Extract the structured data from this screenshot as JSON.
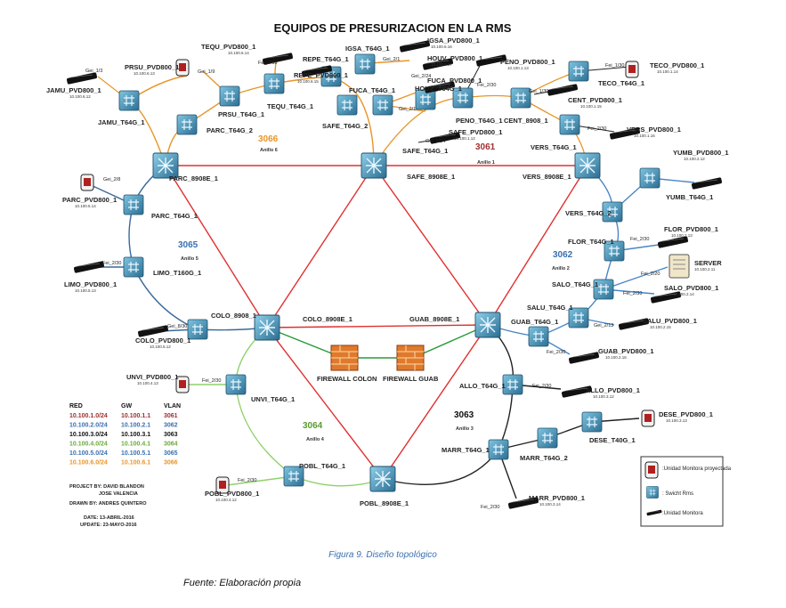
{
  "title": "EQUIPOS DE PRESURIZACION EN LA RMS",
  "colors": {
    "red": "#e03030",
    "blue": "#4a86c5",
    "green": "#8fd16a",
    "black": "#222222",
    "orange": "#e8952a",
    "firewall": "#e07a2a"
  },
  "rings": [
    {
      "id": "3061",
      "label": "3061",
      "sub": "Anillo 1",
      "color": "#a03030"
    },
    {
      "id": "3062",
      "label": "3062",
      "sub": "Anillo 2",
      "color": "#3a6fb0"
    },
    {
      "id": "3063",
      "label": "3063",
      "sub": "Anillo 3",
      "color": "#111111"
    },
    {
      "id": "3064",
      "label": "3064",
      "sub": "Anillo 4",
      "color": "#5a9a30"
    },
    {
      "id": "3065",
      "label": "3065",
      "sub": "Anillo 5",
      "color": "#3a6fb0"
    },
    {
      "id": "3066",
      "label": "3066",
      "sub": "Anillo 6",
      "color": "#e8952a"
    }
  ],
  "nodes": {
    "parc8908": "PARC_8908E_1",
    "safe8908": "SAFE_8908E_1",
    "vers8908": "VERS_8908E_1",
    "colo8908e": "COLO_8908E_1",
    "guab8908": "GUAB_8908E_1",
    "pobl8908": "POBL_8908E_1",
    "colo8908": "COLO_8908_1",
    "cent8908": "CENT_8908_1",
    "jamu": "JAMU_T64G_1",
    "prsu": "PRSU_T64G_1",
    "tequ": "TEQU_T64G_1",
    "repe": "REPE_T64G_1",
    "igsa": "IGSA_T64G_1",
    "fuca": "FUCA_T64G_1",
    "houv": "HOUV_T64G_1",
    "safe2": "SAFE_T64G_2",
    "safe1": "SAFE_T64G_1",
    "peno": "PENO_T64G_1",
    "teco": "TECO_T64G_1",
    "vers1": "VERS_T64G_1",
    "parc2": "PARC_T64G_2",
    "parc1": "PARC_T64G_1",
    "limo": "LIMO_T160G_1",
    "yumb": "YUMB_T64G_1",
    "vers2": "VERS_T64G_2",
    "flor": "FLOR_T64G_1",
    "salo": "SALO_T64G_1",
    "salu": "SALU_T64G_1",
    "guab": "GUAB_T64G_1",
    "allo": "ALLO_T64G_1",
    "dese": "DESE_T40G_1",
    "marr1": "MARR_T64G_1",
    "marr2": "MARR_T64G_2",
    "unvi": "UNVI_T64G_1",
    "pobl": "POBL_T64G_1"
  },
  "pvds": {
    "jamu": {
      "name": "JAMU_PVD800_1",
      "ip": "10.100.6.12"
    },
    "prsu": {
      "name": "PRSU_PVD800_1",
      "ip": "10.100.6.13"
    },
    "tequ": {
      "name": "TEQU_PVD800_1",
      "ip": "10.100.6.14"
    },
    "igsa": {
      "name": "IGSA_PVD800_1",
      "ip": "10.100.6.16"
    },
    "houv": {
      "name": "HOUV_PVD800_1",
      "ip": "10.100.6.17"
    },
    "fuca": {
      "name": "FUCA_PVD800_1",
      "ip": "10.100.6.18"
    },
    "repe": {
      "name": "REPE_PVD800_1",
      "ip": "10.100.6.15"
    },
    "peno": {
      "name": "PENO_PVD800_1",
      "ip": "10.100.1.13"
    },
    "safe": {
      "name": "SAFE_PVD800_1",
      "ip": "10.100.1.12"
    },
    "teco": {
      "name": "TECO_PVD800_1",
      "ip": "10.100.1.14"
    },
    "cent": {
      "name": "CENT_PVD800_1",
      "ip": "10.100.1.15"
    },
    "vers": {
      "name": "VERS_PVD800_1",
      "ip": "10.100.1.16"
    },
    "yumb": {
      "name": "YUMB_PVD800_1",
      "ip": "10.100.2.12"
    },
    "flor": {
      "name": "FLOR_PVD800_1",
      "ip": "10.100.2.13"
    },
    "salo": {
      "name": "SALO_PVD800_1",
      "ip": "10.100.2.14"
    },
    "salu": {
      "name": "SALU_PVD800_1",
      "ip": "10.100.2.15"
    },
    "guab": {
      "name": "GUAB_PVD800_1",
      "ip": "10.100.2.16"
    },
    "server": {
      "name": "SERVER",
      "ip": "10.100.2.11"
    },
    "parc": {
      "name": "PARC_PVD800_1",
      "ip": "10.100.5.14"
    },
    "limo": {
      "name": "LIMO_PVD800_1",
      "ip": "10.100.5.13"
    },
    "colo": {
      "name": "COLO_PVD800_1",
      "ip": "10.100.5.12"
    },
    "unvi": {
      "name": "UNVI_PVD800_1",
      "ip": "10.100.4.13"
    },
    "pobl": {
      "name": "POBL_PVD800_1",
      "ip": "10.100.4.12"
    },
    "allo": {
      "name": "ALLO_PVD800_1",
      "ip": "10.100.3.12"
    },
    "dese": {
      "name": "DESE_PVD800_1",
      "ip": "10.100.3.13"
    },
    "marr": {
      "name": "MARR_PVD800_1",
      "ip": "10.100.3.14"
    }
  },
  "ports": {
    "gei13": "Gei_1/3",
    "gei19": "Gei_1/9",
    "fei230": "Fei_2/30",
    "gei21": "Gei_2/1",
    "gei224": "Gei_2/24",
    "fei130": "Fei_1/30",
    "gei130": "Gei_1/30",
    "gei28": "Gei_2/8",
    "gei830": "Gei_8/30",
    "gei213": "Gei_2/13",
    "fei220": "Fei_2/20"
  },
  "firewalls": {
    "colon": "FIREWALL COLON",
    "guab": "FIREWALL GUAB"
  },
  "vlan_table": {
    "headers": {
      "red": "RED",
      "gw": "GW",
      "vlan": "VLAN"
    },
    "rows": [
      {
        "red": "10.100.1.0/24",
        "gw": "10.100.1.1",
        "vlan": "3061",
        "color": "#a03030"
      },
      {
        "red": "10.100.2.0/24",
        "gw": "10.100.2.1",
        "vlan": "3062",
        "color": "#3a6fb0"
      },
      {
        "red": "10.100.3.0/24",
        "gw": "10.100.3.1",
        "vlan": "3063",
        "color": "#111111"
      },
      {
        "red": "10.100.4.0/24",
        "gw": "10.100.4.1",
        "vlan": "3064",
        "color": "#6aab3a"
      },
      {
        "red": "10.100.5.0/24",
        "gw": "10.100.5.1",
        "vlan": "3065",
        "color": "#3a6fb0"
      },
      {
        "red": "10.100.6.0/24",
        "gw": "10.100.6.1",
        "vlan": "3066",
        "color": "#e8952a"
      }
    ]
  },
  "credits": {
    "project": "PROJECT BY:  DAVID BLANDON",
    "project2": "JOSE VALENCIA",
    "drawn": "DRAWN BY:   ANDRES QUINTERO",
    "date": "DATE: 13-ABRIL-2016",
    "update": "UPDATE: 23-MAYO-2016"
  },
  "legend": {
    "unit_projected": ":Unidad Monitora proyectada",
    "switch": ": Swicht Rms",
    "unit": ":Unidad    Monitora"
  },
  "caption": "Figura 9. Diseño topológico",
  "source": "Fuente: Elaboración propia"
}
